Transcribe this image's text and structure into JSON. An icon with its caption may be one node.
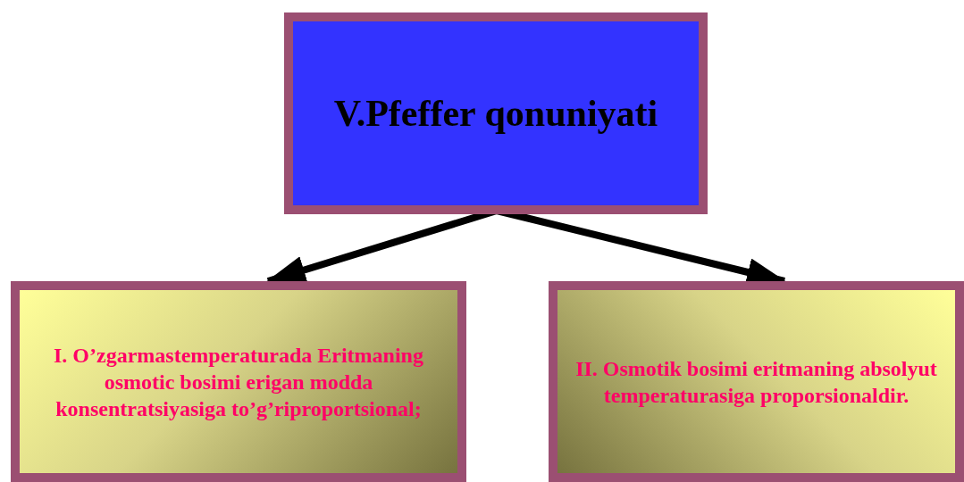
{
  "diagram": {
    "nodes": [
      {
        "text": [
          "V.Pfeffer qonuniyati"
        ]
      },
      {
        "text": [
          "I. O’zgarmastemperaturada Eritmaning osmotic bosimi erigan modda konsentratsiyasiga to’g’riproportsional;"
        ]
      },
      {
        "text": [
          "II. Osmotik bosimi eritmaning absolyut temperaturasiga proporsionaldir."
        ]
      }
    ],
    "edges": [
      {
        "from": 0,
        "to": 1,
        "arrow": "to"
      },
      {
        "from": 0,
        "to": 2,
        "arrow": "to"
      }
    ]
  }
}
